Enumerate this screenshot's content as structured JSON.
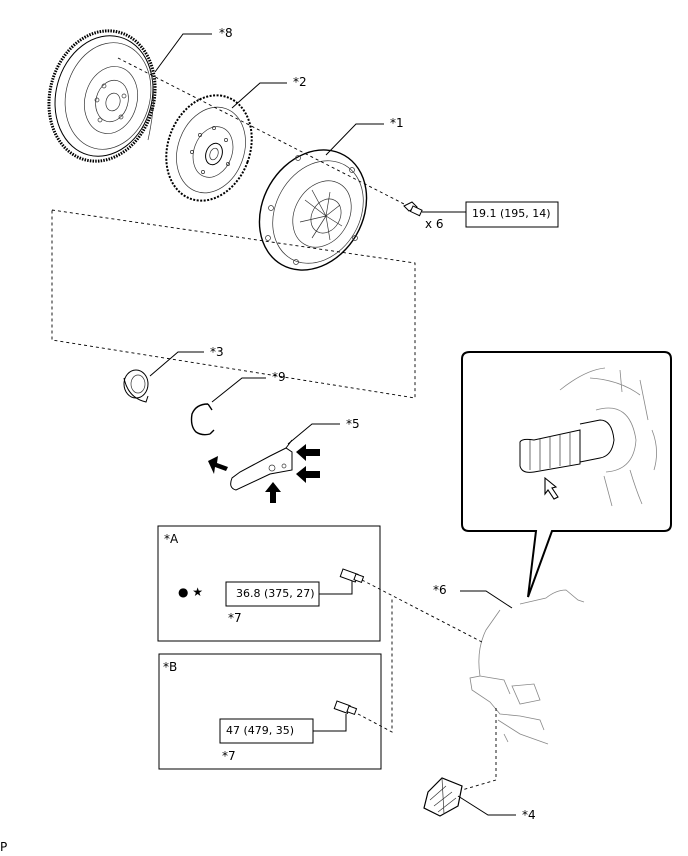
{
  "callouts": {
    "c8": "*8",
    "c2": "*2",
    "c1": "*1",
    "c3": "*3",
    "c9": "*9",
    "c5": "*5",
    "c6": "*6",
    "c4": "*4",
    "c7a": "*7",
    "c7b": "*7"
  },
  "box_a": {
    "label": "*A",
    "torque": "36.8 (375, 27)",
    "symbols": "● ★"
  },
  "box_b": {
    "label": "*B",
    "torque": "47 (479, 35)"
  },
  "bolt": {
    "torque": "19.1 (195, 14)",
    "qty": "x 6"
  },
  "footer_code": "P",
  "icons": [
    "arrow-icon",
    "hollow-arrow-icon",
    "circle-dot-icon",
    "star-icon"
  ]
}
